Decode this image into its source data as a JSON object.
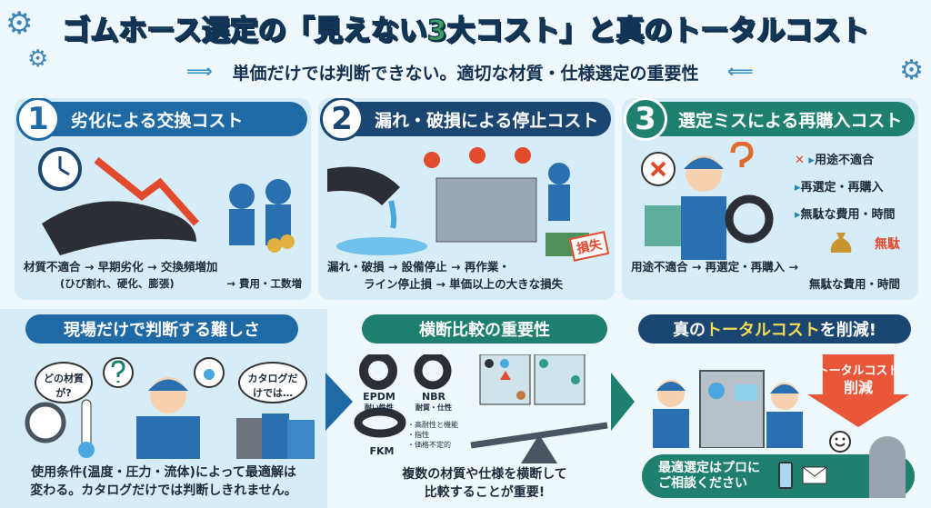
{
  "header": {
    "title": "ゴムホース選定の「見えない3大コスト」と真のトータルコスト",
    "subtitle": "単価だけでは判断できない。適切な材質・仕様選定の重要性"
  },
  "colors": {
    "title_green": "#3aa55a",
    "blue": "#1f6aa5",
    "navy": "#1c4672",
    "teal": "#1f8070",
    "red": "#e24a2e",
    "panel": "#d6ecf6"
  },
  "cards": [
    {
      "number": "1",
      "title": "劣化による交換コスト",
      "line1": "材質不適合 → 早期劣化 → 交換頻増加",
      "line2": "(ひび割れ、硬化、膨張)",
      "line3": "→ 費用・工数増"
    },
    {
      "number": "2",
      "title": "漏れ・破損による停止コスト",
      "line1": "漏れ・破損 → 設備停止 → 再作業・",
      "line2": "ライン停止損 → 単価以上の大きな損失",
      "badge": "損失"
    },
    {
      "number": "3",
      "title": "選定ミスによる再購入コスト",
      "flow": [
        "用途不適合",
        "再選定・再購入",
        "無駄な費用・時間"
      ],
      "line1": "用途不適合 → 再選定・再購入 →",
      "line2": "無駄な費用・時間",
      "badge": "無駄"
    }
  ],
  "bottom": {
    "difficulty": {
      "title": "現場だけで判断する難しさ",
      "bubble1": "どの材質が?",
      "bubble2": "カタログだけでは…",
      "text1": "使用条件(温度・圧力・流体)によって最適解は",
      "text2": "変わる。カタログだけでは判断しきれません。"
    },
    "comparison": {
      "title": "横断比較の重要性",
      "materials": [
        {
          "name": "EPDM",
          "note": "耐い性性"
        },
        {
          "name": "NBR",
          "note": "耐質・仕性"
        },
        {
          "name": "FKM",
          "note": ""
        }
      ],
      "fkm_notes": [
        "・高耐性と機能",
        "・指性",
        "・価格不定的"
      ],
      "text1": "複数の材質や仕様を横断して",
      "text2": "比較することが重要!"
    },
    "reduce": {
      "title_pre": "真の",
      "title_highlight": "トータルコスト",
      "title_post": "を削減!",
      "arrow_line1": "トータルコスト",
      "arrow_line2": "削減",
      "cta_line1": "最適選定はプロに",
      "cta_line2": "ご相談ください"
    }
  }
}
